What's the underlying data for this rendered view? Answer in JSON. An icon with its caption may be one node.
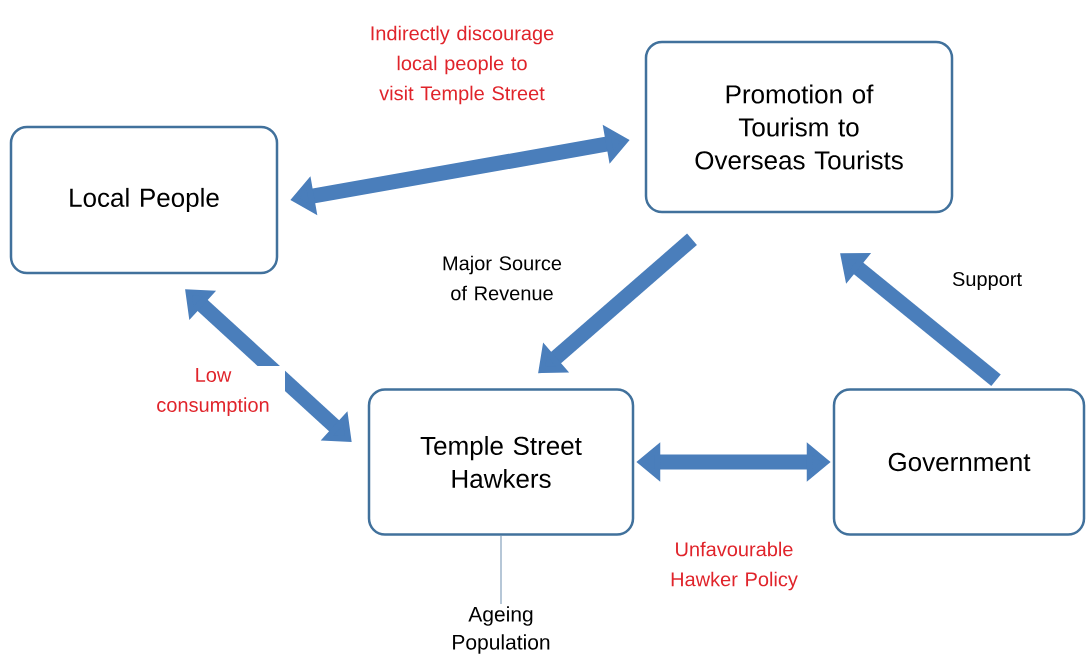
{
  "diagram": {
    "nodes": [
      {
        "text": [
          "Local People"
        ]
      },
      {
        "text": [
          "Promotion of Tourism to Overseas Tourists"
        ]
      },
      {
        "text": [
          "Temple Street Hawkers"
        ]
      },
      {
        "text": [
          "Government"
        ]
      },
      {
        "text": [
          "Ageing Population"
        ]
      }
    ],
    "edges": [
      {
        "from": 0,
        "to": 1,
        "arrow": "both",
        "label": "Indirectly discourage local people to visit Temple Street"
      },
      {
        "from": 1,
        "to": 2,
        "arrow": "to",
        "label": "Major Source of Revenue"
      },
      {
        "from": 0,
        "to": 2,
        "arrow": "both",
        "label": "Low consumption"
      },
      {
        "from": 2,
        "to": 3,
        "arrow": "both",
        "label": "Unfavourable Hawker Policy"
      },
      {
        "from": 3,
        "to": 1,
        "arrow": "to",
        "label": "Support"
      },
      {
        "from": 4,
        "to": 2,
        "arrow": "none",
        "color": "#6f8fb0"
      }
    ]
  }
}
